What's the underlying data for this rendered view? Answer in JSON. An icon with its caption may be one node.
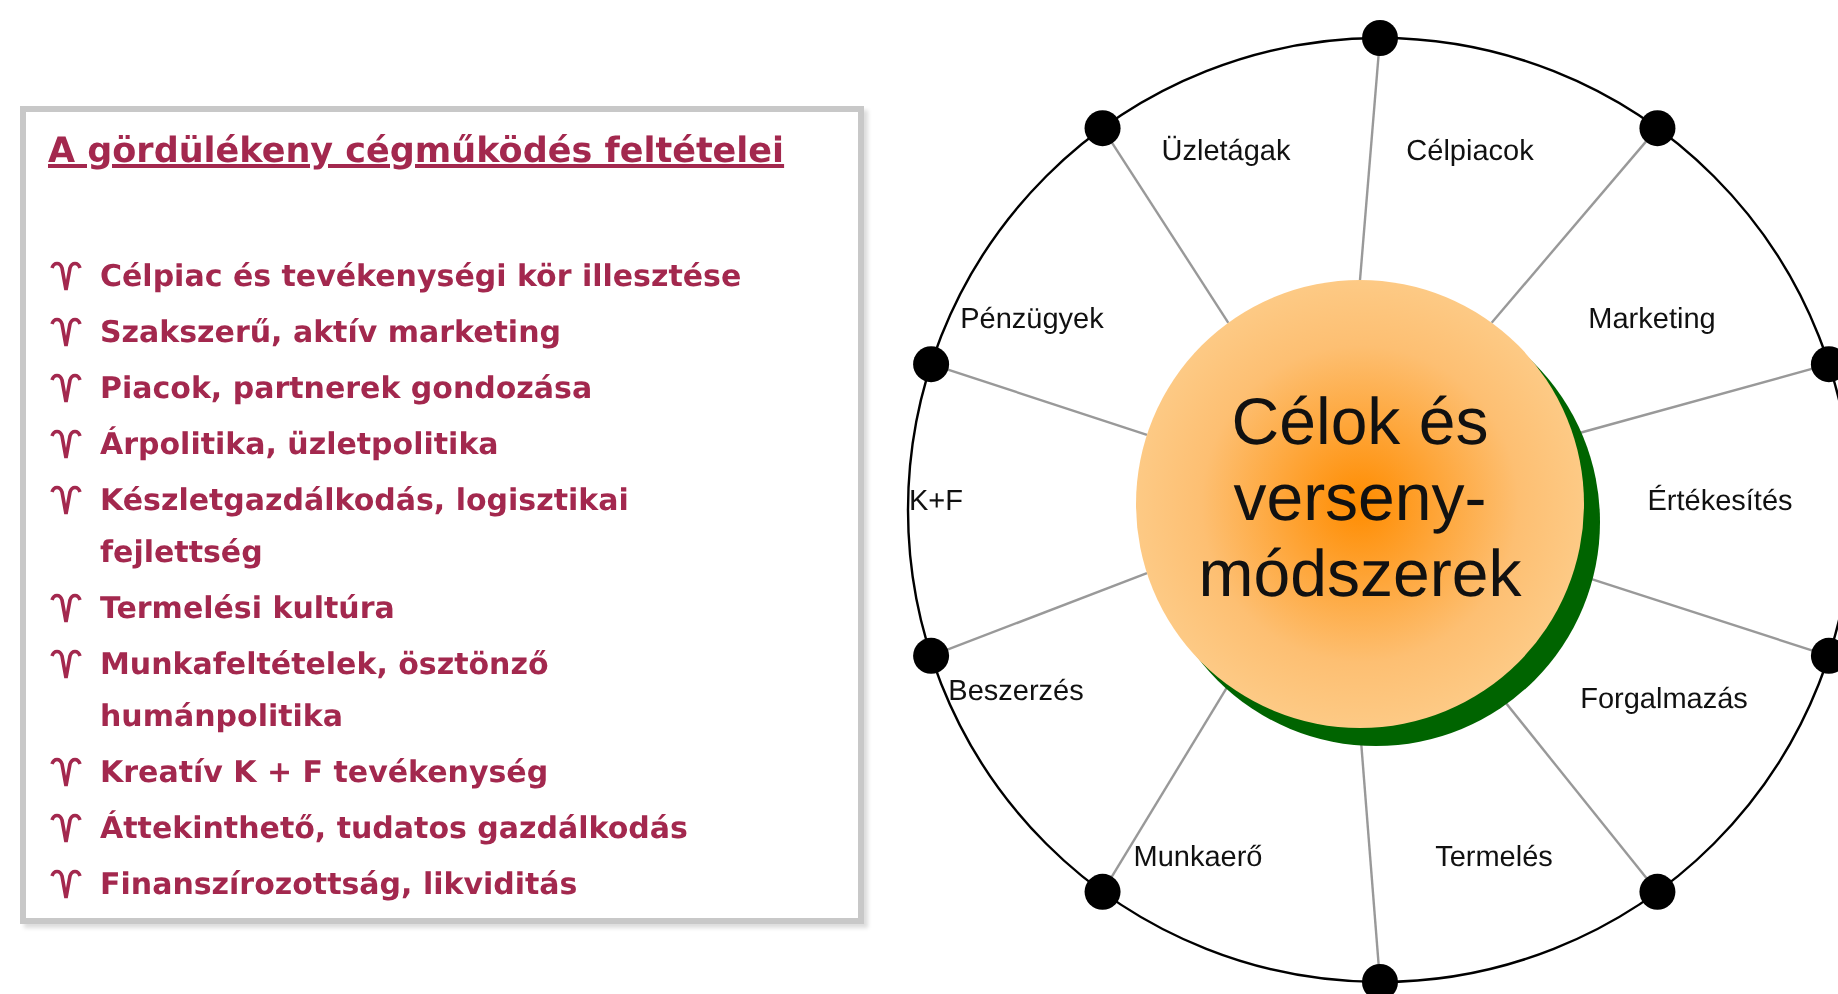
{
  "diagram": {
    "nodes": [
      {
        "text": [
          "A gördülékeny cégműködés feltételei",
          "Célpiac és tevékenységi kör illesztése",
          "Szakszerű, aktív marketing",
          "Piacok, partnerek gondozása",
          "Árpolitika, üzletpolitika",
          "Készletgazdálkodás, logisztikai fejlettség",
          "Termelési kultúra",
          "Munkafeltételek, ösztönző humánpolitika",
          "Kreatív K + F tevékenység",
          "Áttekinthető, tudatos gazdálkodás",
          "Finanszírozottság, likviditás"
        ]
      },
      {
        "text": [
          "Célok és verseny- módszerek"
        ]
      }
    ],
    "labels": [
      "Üzletágak",
      "Célpiacok",
      "Marketing",
      "Értékesítés",
      "Forgalmazás",
      "Termelés",
      "Munkaerő",
      "Beszerzés",
      "K+F",
      "Pénzügyek"
    ]
  }
}
